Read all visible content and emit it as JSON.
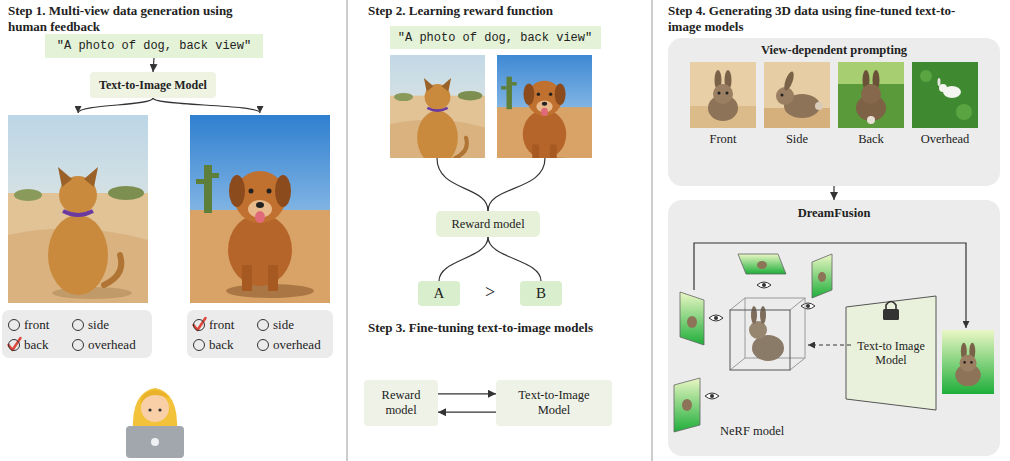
{
  "diagram": {
    "nodes": [
      {
        "text": [
          "\"A photo of dog, back view\""
        ]
      },
      {
        "text": [
          "Text-to-Image Model"
        ]
      },
      {
        "text": [
          "front",
          "side",
          "back",
          "overhead"
        ]
      },
      {
        "text": [
          "front",
          "side",
          "back",
          "overhead"
        ]
      },
      {
        "text": [
          "\"A photo of dog, back view\""
        ]
      },
      {
        "text": [
          "Reward model"
        ]
      },
      {
        "text": [
          "A"
        ]
      },
      {
        "text": [
          "B"
        ]
      },
      {
        "text": [
          "Reward model"
        ]
      },
      {
        "text": [
          "Text-to-Image Model"
        ]
      },
      {
        "text": [
          "View-dependent prompting",
          "Front",
          "Side",
          "Back",
          "Overhead"
        ]
      },
      {
        "text": [
          "DreamFusion",
          "NeRF model"
        ]
      },
      {
        "text": [
          "Text-to Image Model"
        ],
        "in": 11
      }
    ],
    "edges": [
      {
        "from": 0,
        "to": 1,
        "arrow": "to"
      },
      {
        "from": 5,
        "to": 6,
        "arrow": "none"
      },
      {
        "from": 5,
        "to": 7,
        "arrow": "none"
      },
      {
        "from": 8,
        "to": 9,
        "arrow": "to"
      },
      {
        "from": 9,
        "to": 8,
        "arrow": "to"
      },
      {
        "from": 10,
        "to": 11,
        "arrow": "to"
      }
    ],
    "labels": [
      "Step 1. Multi-view data generation using human feedback",
      "Step 2. Learning reward function",
      ">",
      "Step 3. Fine-tuning text-to-image models",
      "Step 4. Generating 3D data using fine-tuned text-to-image models"
    ]
  }
}
